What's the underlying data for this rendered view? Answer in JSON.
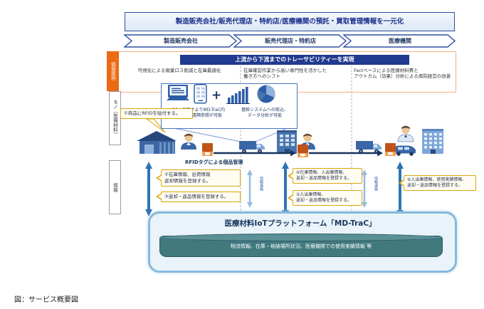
{
  "header": {
    "title": "製造販売会社/販売代理店・特約店/医療機関の預託・買取管理情報を一元化",
    "stages": [
      "製造販売会社",
      "販売代理店・特約店",
      "医療機関"
    ]
  },
  "value_section": {
    "tab": "価値提供",
    "banner": "上流から下流までのトレーサビリティーを実現",
    "col1": "可視化による廃棄ロス削減と在庫最適化",
    "col2": "在庫確認作業から高い専門性を活かした\n働き方へのシフト",
    "col3": "Factベースによる医療材料費と\nアウトカム（効果）分析による病院経営の改善"
  },
  "side_labels": {
    "mono": "モノ（医療材料）",
    "info": "情報"
  },
  "devices_box": {
    "plus": "+",
    "caption_left": "PC、スマホよりMD-TraC内\nデータの遠隔参照が可能",
    "caption_right": "基幹システムへの取込、\nデータ分析が可能"
  },
  "rfid_label": "RFIDタグによる個品管理",
  "info_link_label": "情報連絡",
  "callouts": {
    "c1": "①商品にRFIDを貼付する。",
    "c2": "②在庫情報、出荷情報\n返却情報を登録する。",
    "c3": "③返却・返品情報を登録する。",
    "c4": "④在庫情報、入出庫情報、\n返却・返品情報を登録する。",
    "c5": "⑤入出庫情報、\n返却・返品情報を登録する。",
    "c6": "⑥入出庫情報、使用実績情報、\n返却・返品情報を登録する。"
  },
  "platform": {
    "title": "医療材料IoTプラットフォーム「MD-TraC」",
    "db": "物流情報、在庫・格納場所状況、医療機関での使用実績情報 等"
  },
  "caption": "図：サービス概要図",
  "colors": {
    "navy": "#1f3864",
    "blue": "#2e74b5",
    "orange_tab": "#eb6a13",
    "gold": "#d9a50f",
    "teal": "#41797f",
    "light_blue_arrow": "#93bce0",
    "peach_border": "#f4b183"
  }
}
